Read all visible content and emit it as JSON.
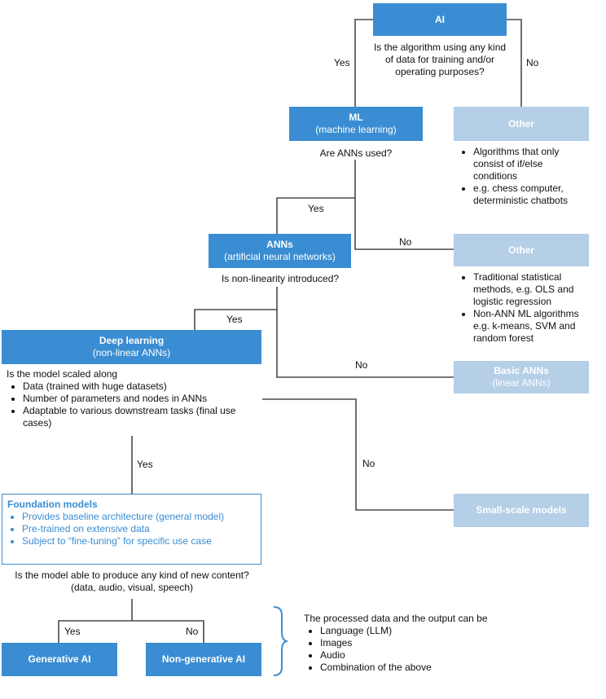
{
  "nodes": {
    "ai": {
      "title": "AI",
      "question": "Is the algorithm using any kind of data for training and/or operating purposes?"
    },
    "ml": {
      "title": "ML",
      "subtitle": "(machine learning)",
      "question": "Are ANNs used?"
    },
    "other1": {
      "title": "Other",
      "bullets": [
        "Algorithms that only consist of if/else conditions",
        "e.g. chess computer, deterministic chatbots"
      ]
    },
    "anns": {
      "title": "ANNs",
      "subtitle": "(artificial neural networks)",
      "question": "Is non-linearity introduced?"
    },
    "other2": {
      "title": "Other",
      "bullets": [
        "Traditional statistical methods,  e.g. OLS and logistic regression",
        "Non-ANN ML algorithms e.g. k-means, SVM and random forest"
      ]
    },
    "deep_learning": {
      "title": "Deep learning",
      "subtitle": "(non-linear ANNs)",
      "question": "Is the model scaled along",
      "bullets": [
        "Data (trained with huge datasets)",
        "Number of parameters and nodes in ANNs",
        "Adaptable to various downstream tasks (final use cases)"
      ]
    },
    "basic_anns": {
      "title": "Basic ANNs",
      "subtitle": "(linear ANNs)"
    },
    "foundation": {
      "title": "Foundation models",
      "bullets": [
        "Provides baseline architecture (general model)",
        "Pre-trained on extensive data",
        "Subject to “fine-tuning” for specific use case"
      ],
      "question": "Is the model able to produce any kind of new content? (data, audio, visual, speech)"
    },
    "small_scale": {
      "title": "Small-scale models"
    },
    "generative": {
      "title": "Generative AI"
    },
    "non_generative": {
      "title": "Non-generative AI"
    }
  },
  "edge_labels": {
    "ai_yes": "Yes",
    "ai_no": "No",
    "ml_yes": "Yes",
    "ml_no": "No",
    "anns_yes": "Yes",
    "anns_no": "No",
    "dl_yes": "Yes",
    "dl_no": "No",
    "fm_yes": "Yes",
    "fm_no": "No"
  },
  "output_note": {
    "intro": "The processed data and the output can be",
    "items": [
      "Language (LLM)",
      "Images",
      "Audio",
      "Combination of the above"
    ]
  },
  "colors": {
    "dark_box": "#3a8dd2",
    "light_box": "#b5cfe7",
    "line": "#4a4a4a"
  }
}
